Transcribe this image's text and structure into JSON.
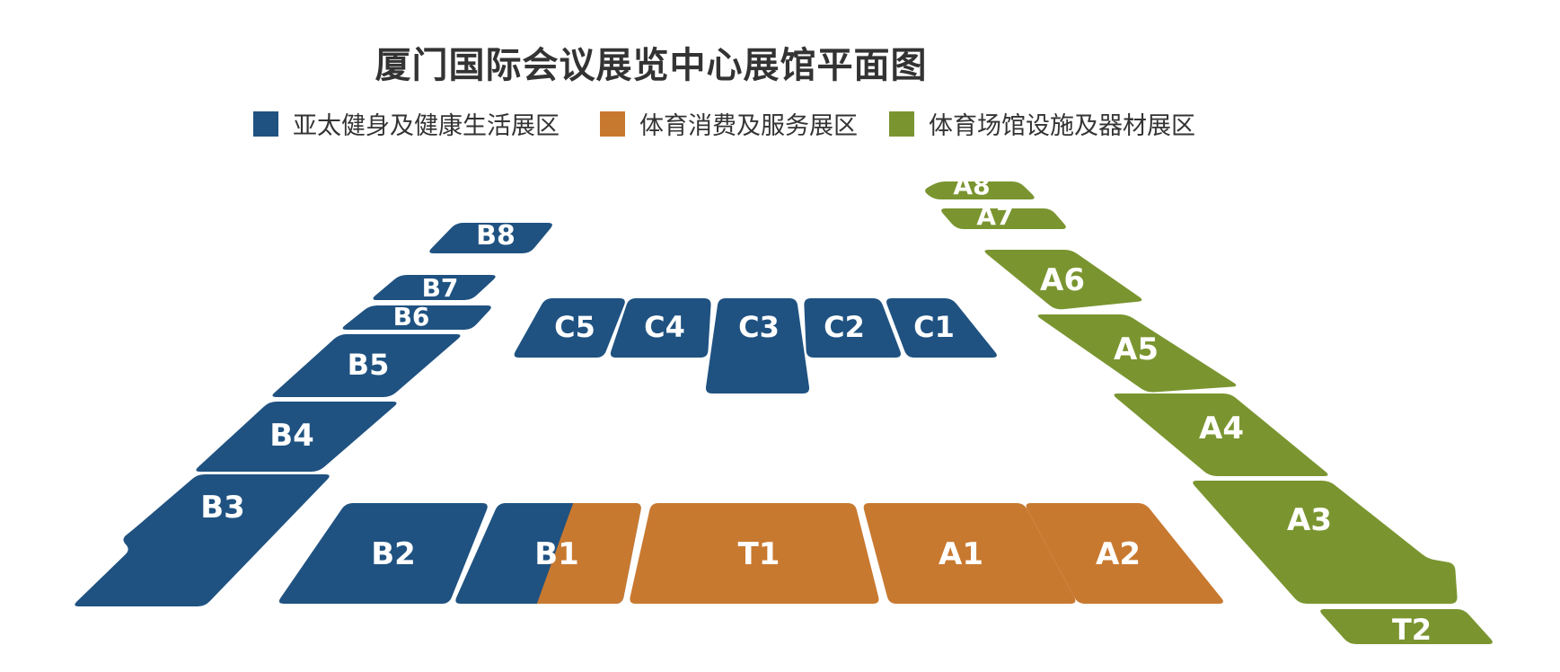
{
  "title": "厦门国际会议展览中心展馆平面图",
  "legend": [
    {
      "label": "亚太健身及健康生活展区",
      "color": "#1f5281"
    },
    {
      "label": "体育消费及服务展区",
      "color": "#c87930"
    },
    {
      "label": "体育场馆设施及器材展区",
      "color": "#7a9530"
    }
  ],
  "halls": [
    {
      "label": "A8",
      "zone": 2
    },
    {
      "label": "A7",
      "zone": 2
    },
    {
      "label": "A6",
      "zone": 2
    },
    {
      "label": "A5",
      "zone": 2
    },
    {
      "label": "A4",
      "zone": 2
    },
    {
      "label": "A3",
      "zone": 2
    },
    {
      "label": "T2",
      "zone": 2
    },
    {
      "label": "A2",
      "zone": 1
    },
    {
      "label": "A1",
      "zone": 1
    },
    {
      "label": "T1",
      "zone": 1
    },
    {
      "label": "B1",
      "zone": 0
    },
    {
      "label": "B2",
      "zone": 0
    },
    {
      "label": "B3",
      "zone": 0
    },
    {
      "label": "B4",
      "zone": 0
    },
    {
      "label": "B5",
      "zone": 0
    },
    {
      "label": "B6",
      "zone": 0
    },
    {
      "label": "B7",
      "zone": 0
    },
    {
      "label": "B8",
      "zone": 0
    },
    {
      "label": "C1",
      "zone": 0
    },
    {
      "label": "C2",
      "zone": 0
    },
    {
      "label": "C3",
      "zone": 0
    },
    {
      "label": "C4",
      "zone": 0
    },
    {
      "label": "C5",
      "zone": 0
    }
  ]
}
